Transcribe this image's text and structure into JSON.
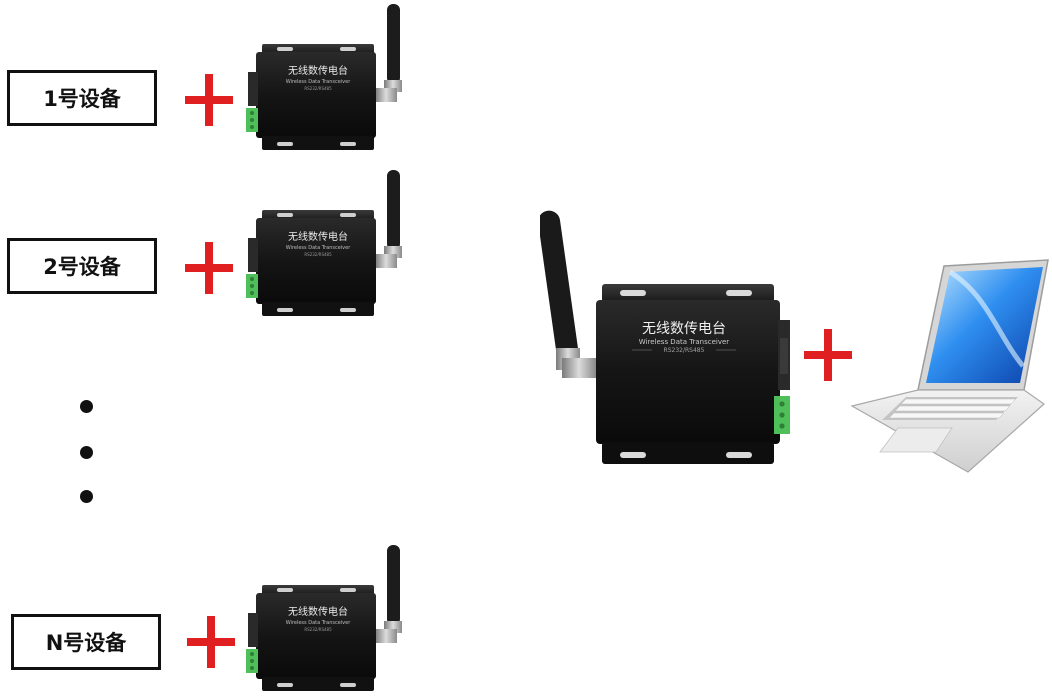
{
  "devices": [
    {
      "label": "1号设备"
    },
    {
      "label": "2号设备"
    },
    {
      "label": "N号设备"
    }
  ],
  "transceiver": {
    "title": "无线数传电台",
    "subtitle": "Wireless Data Transceiver",
    "interface": "RS232/RS485"
  },
  "colors": {
    "plus": "#e02020",
    "device_body": "#141414",
    "terminal": "#4fbf5a",
    "box_border": "#111111"
  },
  "icons": {
    "plus": "plus-icon",
    "ellipsis": "vertical-ellipsis-dots",
    "computer": "laptop-icon"
  }
}
